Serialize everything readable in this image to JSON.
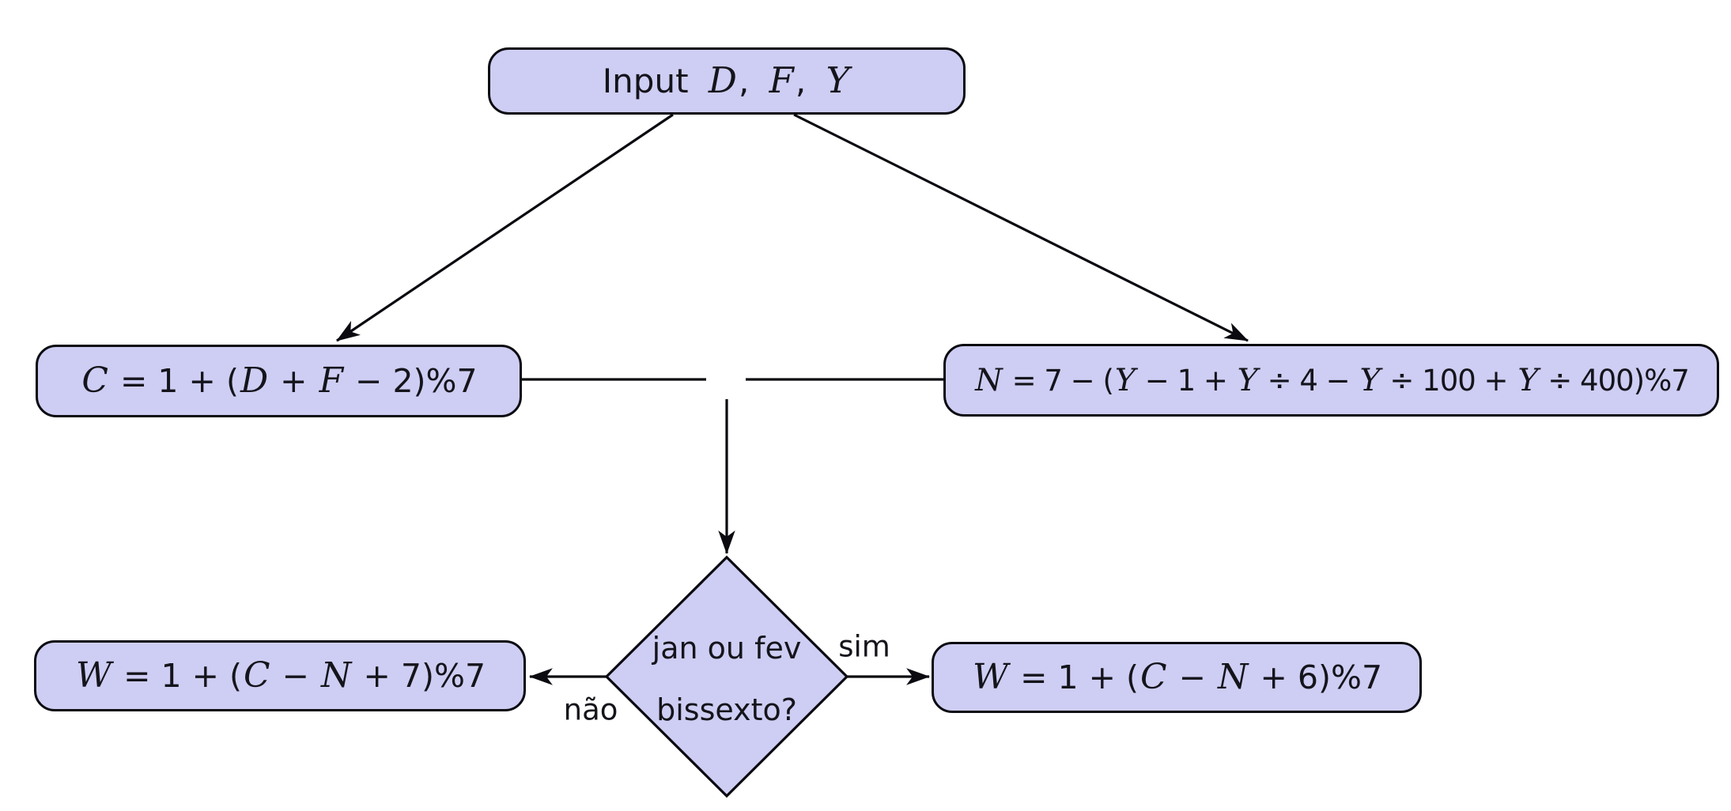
{
  "diagram": {
    "type": "flowchart",
    "background_color": "#ffffff",
    "node_fill_color": "#cecdf3",
    "node_border_color": "#0a0a10",
    "text_color": "#14141b",
    "nodes": {
      "input": {
        "shape": "rounded-rectangle",
        "text": "Input 𝒟, ℱ, 𝒴"
      },
      "c_formula": {
        "shape": "rounded-rectangle",
        "text": "𝒞 = 1 + (𝒟 + ℱ − 2)%7"
      },
      "n_formula": {
        "shape": "rounded-rectangle",
        "text": "𝒩 = 7 − (𝒴 − 1 + 𝒴 ÷ 4 − 𝒴 ÷ 100 + 𝒴 ÷ 400)%7"
      },
      "decision": {
        "shape": "diamond",
        "line1": "jan ou fev",
        "line2": "bissexto?"
      },
      "w_no_formula": {
        "shape": "rounded-rectangle",
        "text": "𝒲 = 1 + (𝒞 − 𝒩 + 7)%7"
      },
      "w_yes_formula": {
        "shape": "rounded-rectangle",
        "text": "𝒲 = 1 + (𝒞 − 𝒩 + 6)%7"
      }
    },
    "edge_labels": {
      "yes": "sim",
      "no": "não"
    }
  },
  "render": {
    "calligraphic_substitutions": {
      "𝒞": "C",
      "𝒟": "D",
      "ℱ": "F",
      "𝒩": "N",
      "𝒲": "W",
      "𝒴": "Y"
    }
  }
}
